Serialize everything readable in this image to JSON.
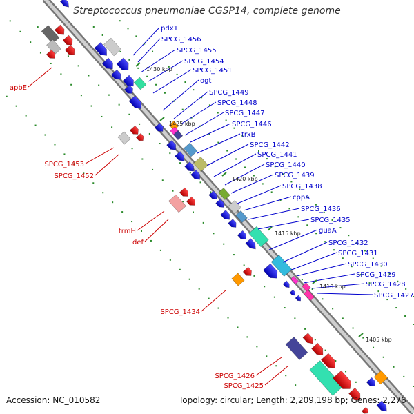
{
  "title": "Streptococcus pneumoniae CGSP14, complete genome",
  "accession": "Accession: NC_010582",
  "topology": "Topology: circular; Length: 2,209,198 bp; Genes: 2,276",
  "colors": {
    "backbone": "#999999",
    "forward_label": "#0000cc",
    "reverse_label": "#cc0000",
    "tick_dot": "#2a8a2a",
    "kbp_mark": "#2a8a2a"
  },
  "kbp_labels": [
    "1430 kbp",
    "1425 kbp",
    "1420 kbp",
    "1415 kbp",
    "1410 kbp",
    "1405 kbp"
  ],
  "forward_genes": [
    "pdx1",
    "SPCG_1456",
    "SPCG_1455",
    "SPCG_1454",
    "SPCG_1451",
    "ogt",
    "SPCG_1449",
    "SPCG_1448",
    "SPCG_1447",
    "SPCG_1446",
    "trxB",
    "SPCG_1442",
    "SPCG_1441",
    "SPCG_1440",
    "SPCG_1439",
    "SPCG_1438",
    "cppA",
    "SPCG_1436",
    "SPCG_1435",
    "guaA",
    "SPCG_1432",
    "SPCG_1431",
    "SPCG_1430",
    "SPCG_1429",
    "SPCG_1428",
    "SPCG_1427"
  ],
  "reverse_genes": [
    "apbE",
    "SPCG_1453",
    "SPCG_1452",
    "trmH",
    "def",
    "SPCG_1434",
    "SPCG_1426",
    "SPCG_1425"
  ]
}
